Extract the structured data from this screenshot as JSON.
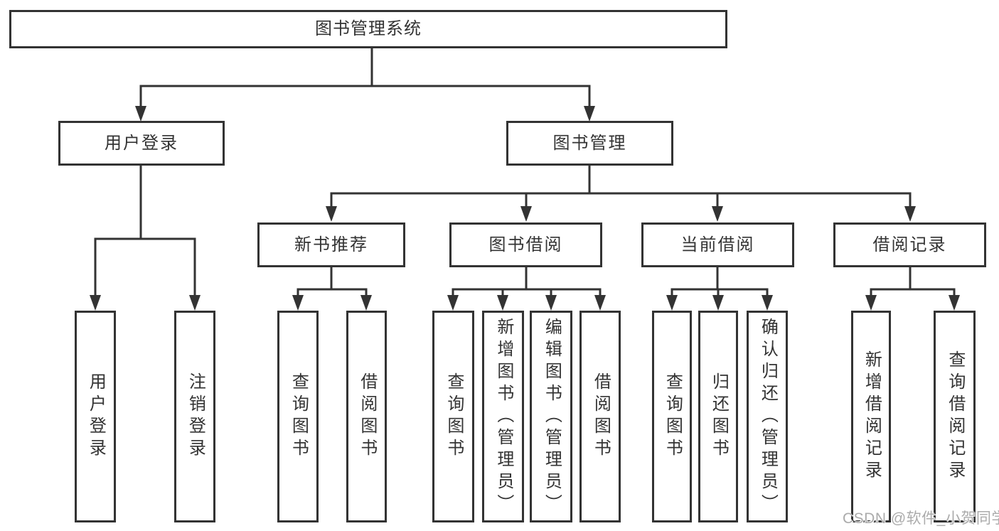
{
  "tree": {
    "label": "图书管理系统",
    "children": [
      {
        "label": "用户登录",
        "children": [
          {
            "label": "用户登录"
          },
          {
            "label": "注销登录"
          }
        ]
      },
      {
        "label": "图书管理",
        "children": [
          {
            "label": "新书推荐",
            "children": [
              {
                "label": "查询图书"
              },
              {
                "label": "借阅图书"
              }
            ]
          },
          {
            "label": "图书借阅",
            "children": [
              {
                "label": "查询图书"
              },
              {
                "label": "新增图书（管理员）"
              },
              {
                "label": "编辑图书（管理员）"
              },
              {
                "label": "借阅图书"
              }
            ]
          },
          {
            "label": "当前借阅",
            "children": [
              {
                "label": "查询图书"
              },
              {
                "label": "归还图书"
              },
              {
                "label": "确认归还（管理员）"
              }
            ]
          },
          {
            "label": "借阅记录",
            "children": [
              {
                "label": "新增借阅记录"
              },
              {
                "label": "查询借阅记录"
              }
            ]
          }
        ]
      }
    ]
  },
  "watermark": {
    "text": "CSDN @软件_小贺同学"
  },
  "colors": {
    "line": "#333333",
    "node_border": "#333333",
    "node_background": "#ffffff",
    "text": "#333333",
    "watermark": "#ababab",
    "background": "#ffffff"
  }
}
